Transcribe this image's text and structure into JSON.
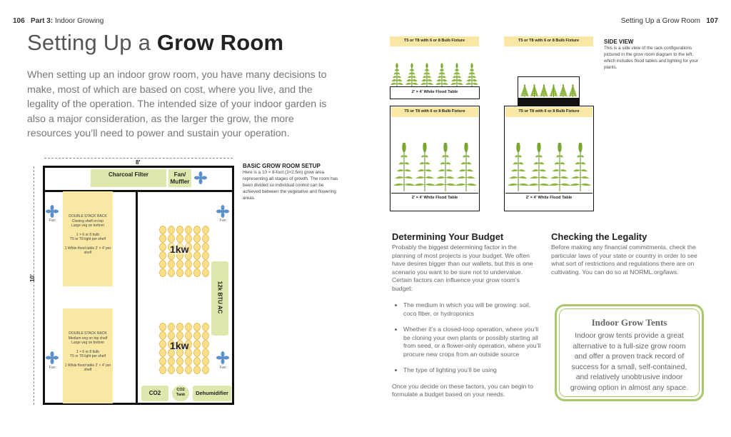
{
  "header": {
    "left_page_num": "106",
    "left_part": "Part 3:",
    "left_section": "Indoor Growing",
    "right_section": "Setting Up a Grow Room",
    "right_page_num": "107"
  },
  "title": {
    "light": "Setting Up a",
    "bold": "Grow Room"
  },
  "intro": "When setting up an indoor grow room, you have many decisions to make, most of which are based on cost, where you live, and the legality of the operation. The intended size of your indoor garden is also a major consideration, as the larger the grow, the more resources you’ll need to power and sustain your operation.",
  "floorplan": {
    "width_label": "8'",
    "height_label": "10'",
    "charcoal_filter": "Charcoal Filter",
    "fan_muffler": "Fan/ Muffler",
    "fan_label": "Fan",
    "rack1": {
      "title": "DOUBLE STACK RACK",
      "line1": "Cloning shelf on top",
      "line2": "Large veg on bottom",
      "line3": "1 × 6 or 8 bulb",
      "line4": "T5 or T8 light per shelf",
      "line5": "1 White flood table 2' × 4' per shelf"
    },
    "rack2": {
      "title": "DOUBLE STACK RACK",
      "line1": "Medium veg on top shelf",
      "line2": "Large veg on bottom",
      "line3": "1 × 6 or 8 bulb",
      "line4": "T5 or T8 light per shelf",
      "line5": "1 White flood table 2' × 4' per shelf"
    },
    "light1": "1kw",
    "light2": "1kw",
    "ac": "12k BTU AC",
    "co2": "CO2",
    "co2_tank": "CO2 Tank",
    "dehumidifier": "Dehumidifier"
  },
  "caption": {
    "heading": "BASIC GROW ROOM SETUP",
    "text": "Here is a 10 × 8-foot (3×2.5m) grow area representing all stages of growth. The room has been divided so individual control can be achieved between the vegetative and flowering areas."
  },
  "sideview": {
    "heading": "SIDE VIEW",
    "text": "This is a side view of the rack configurations pictured in the grow room diagram to the left, which includes flood tables and lighting for your plants.",
    "fixture_label": "T5 or T8 with 6 or 8 Bulb Fixture",
    "table_label": "2' × 4' White Flood Table",
    "table_label_short": "2' × 4' White Flood Table"
  },
  "budget": {
    "heading": "Determining Your Budget",
    "para1": "Probably the biggest determining factor in the planning of most projects is your budget. We often have desires bigger than our wallets, but this is one scenario you want to be sure not to undervalue. Certain factors can influence your grow room’s budget:",
    "bullets": [
      "The medium in which you will be growing: soil, coco fiber, or hydroponics",
      "Whether it’s a closed-loop operation, where you’ll be cloning your own plants or possibly starting all from seed, or a flower-only operation, where you’ll procure new crops from an outside source",
      "The type of lighting you’ll be using"
    ],
    "para2": "Once you decide on these factors, you can begin to formulate a budget based on your needs."
  },
  "legality": {
    "heading": "Checking the Legality",
    "text": "Before making any financial commitments, check the particular laws of your state or country in order to see what sort of restrictions and regulations there are on cultivating. You can do so at NORML.org/laws."
  },
  "sidebar": {
    "title": "Indoor Grow Tents",
    "text": "Indoor grow tents provide a great alternative to a full-size grow room and offer a proven track record of success for a small, self-contained, and relatively unobtrusive indoor growing option in almost any space."
  },
  "colors": {
    "fixture": "#f9e7a4",
    "rack": "#f9e7a4",
    "equipment": "#dfe7ad",
    "plant": "#8db83a",
    "sidebar_border": "#a8c86a"
  }
}
